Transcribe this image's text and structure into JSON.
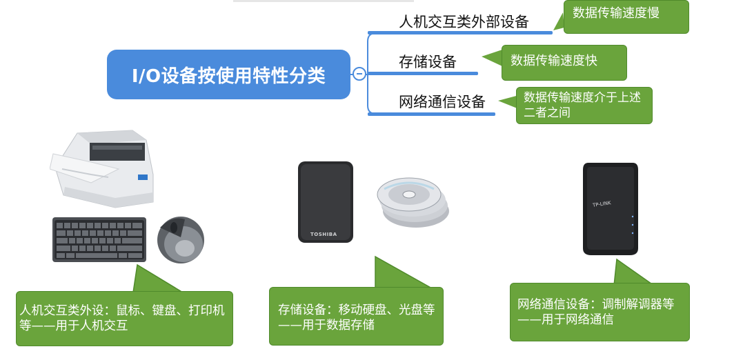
{
  "root": {
    "label": "I/O设备按使用特性分类"
  },
  "branches": [
    {
      "label": "人机交互类外部设备",
      "note": "数据传输速度慢"
    },
    {
      "label": "存储设备",
      "note": "数据传输速度快"
    },
    {
      "label": "网络通信设备",
      "note": "数据传输速度介于上述二者之间"
    }
  ],
  "captions": {
    "human": "人机交互类外设：鼠标、键盘、打印机等——用于人机交互",
    "storage": "存储设备：移动硬盘、光盘等——用于数据存储",
    "network": "网络通信设备：调制解调器等——用于网络通信"
  },
  "device_labels": {
    "hdd_brand": "TOSHIBA",
    "modem_brand": "TP-LINK"
  },
  "colors": {
    "accent": "#4a8bdc",
    "callout": "#6aa43c"
  }
}
